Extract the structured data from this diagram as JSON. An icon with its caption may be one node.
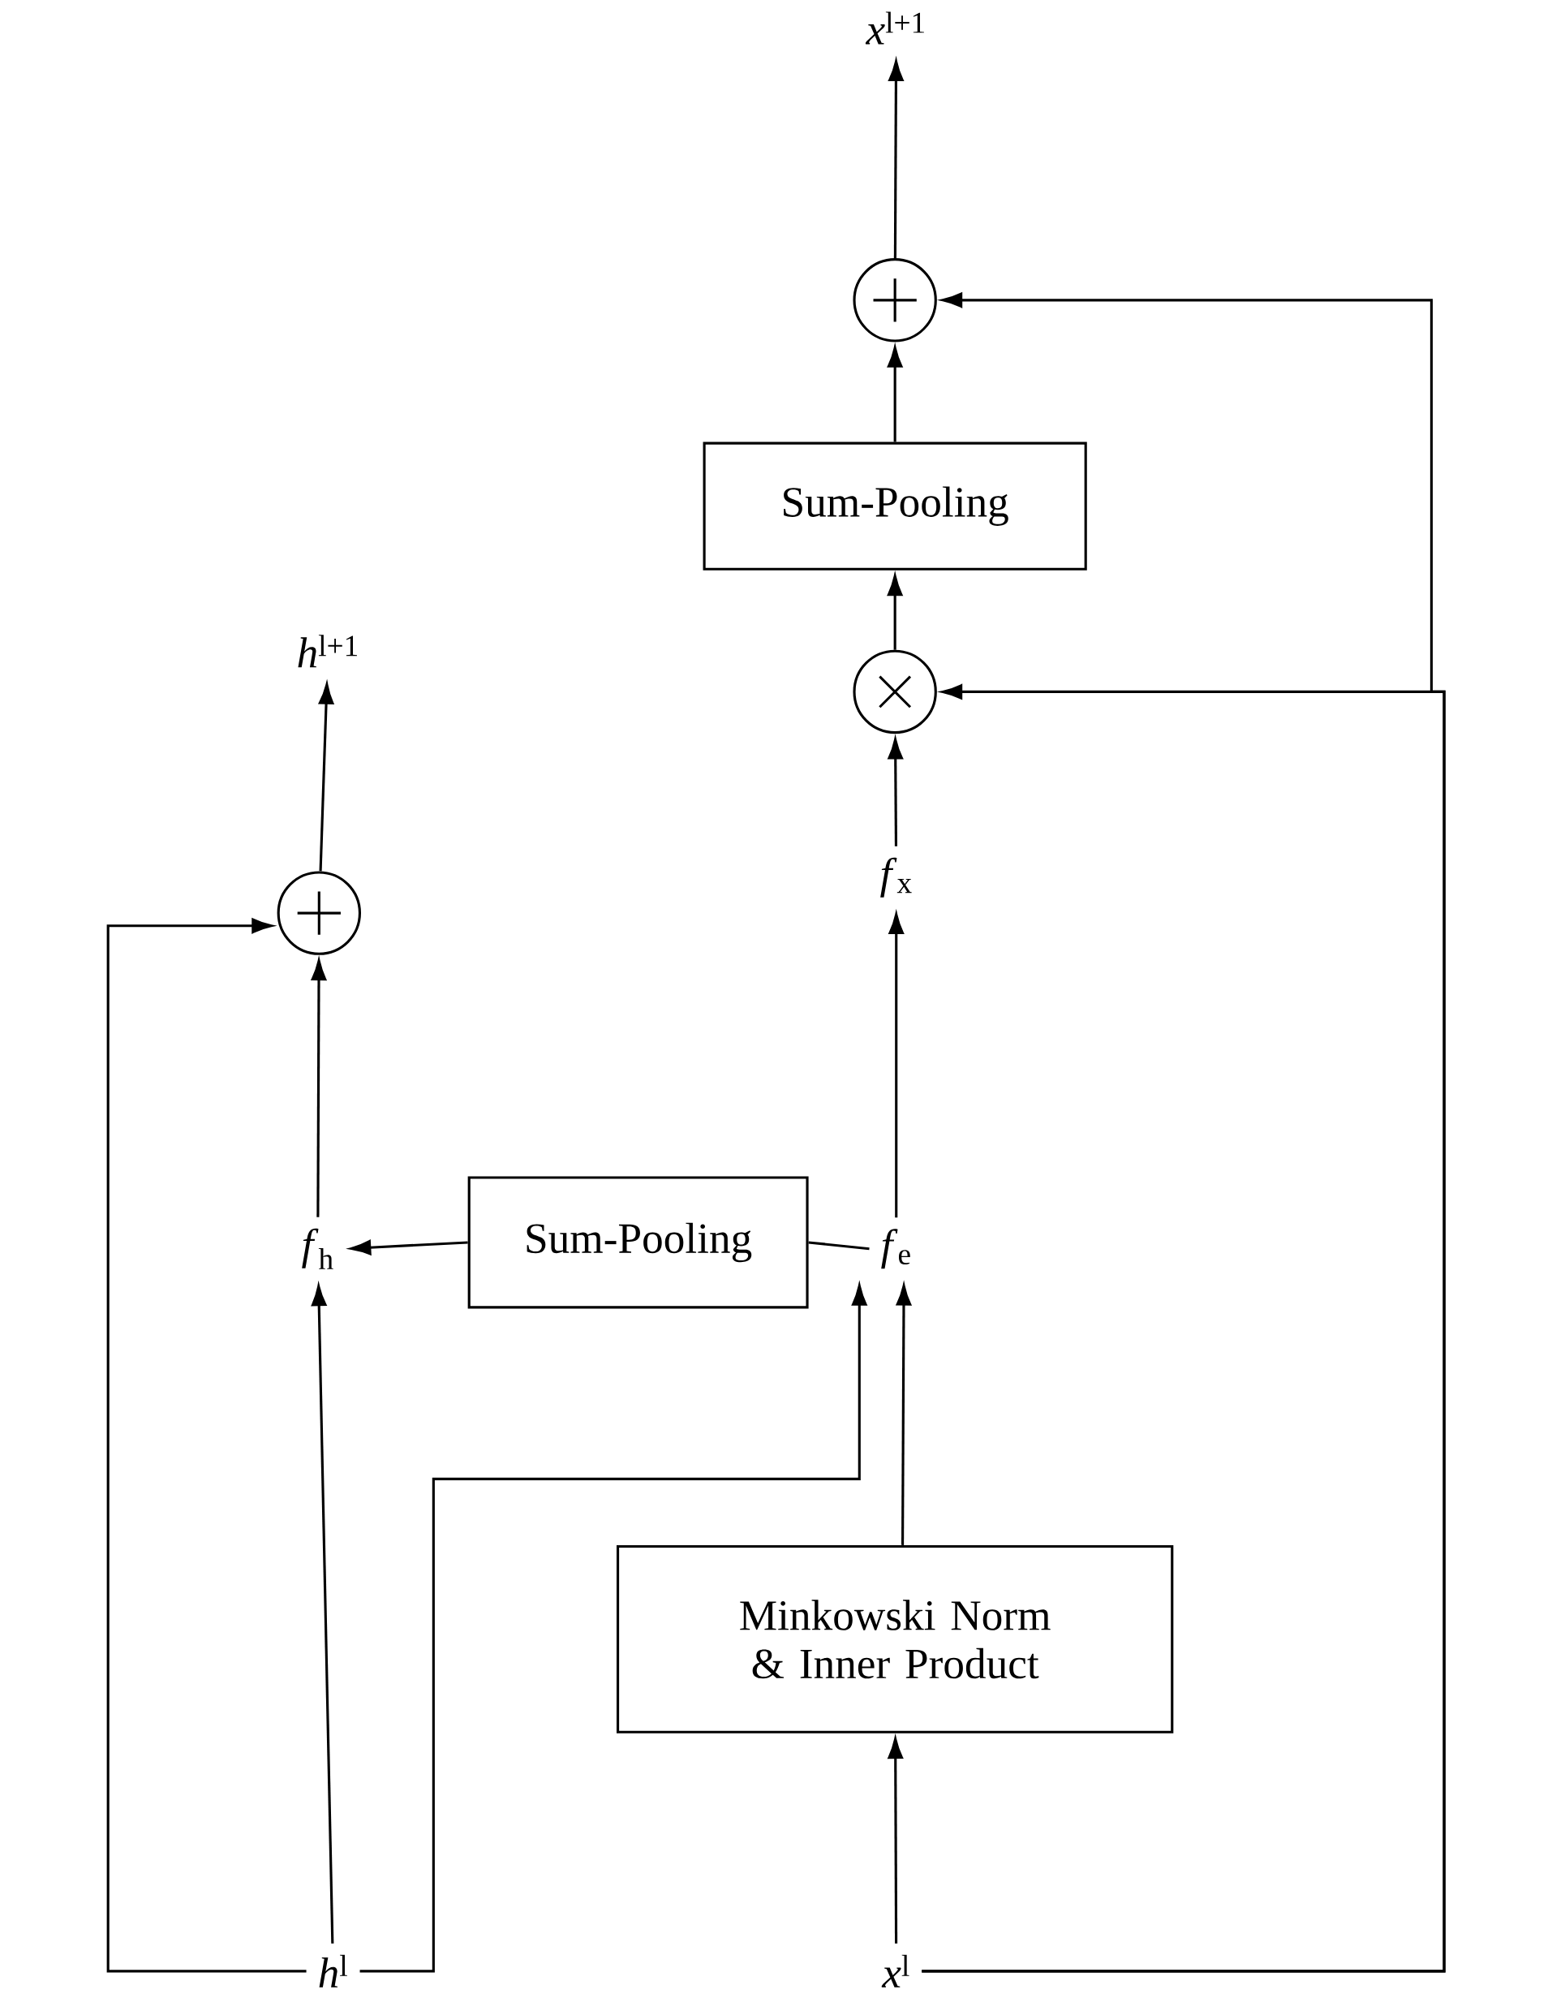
{
  "diagram": {
    "nodes": [
      {
        "text": [
          "*x*$^{l+1}$"
        ]
      },
      {
        "text": [],
        "shape": "circle"
      },
      {
        "text": [
          "Sum-Pooling"
        ]
      },
      {
        "text": [],
        "shape": "circle"
      },
      {
        "text": [
          "*f*$_{x}$"
        ]
      },
      {
        "text": [
          "*h*$^{l+1}$"
        ]
      },
      {
        "text": [],
        "shape": "circle"
      },
      {
        "text": [
          "*f*$_{h}$"
        ]
      },
      {
        "text": [
          "Sum-Pooling"
        ]
      },
      {
        "text": [
          "*f*$_{e}$"
        ]
      },
      {
        "text": [
          "Minkowski Norm & Inner Product"
        ]
      },
      {
        "text": [
          "*h*$^{l}$"
        ]
      },
      {
        "text": [
          "*x*$^{l}$"
        ]
      }
    ],
    "edges": [
      {
        "from": 1,
        "to": 0,
        "arrow": "to"
      },
      {
        "from": 2,
        "to": 1,
        "arrow": "to"
      },
      {
        "from": 3,
        "to": 2,
        "arrow": "to"
      },
      {
        "from": 4,
        "to": 3,
        "arrow": "to"
      },
      {
        "from": 9,
        "to": 4,
        "arrow": "to"
      },
      {
        "from": 12,
        "to": 3,
        "arrow": "to"
      },
      {
        "from": 12,
        "to": 1,
        "arrow": "to"
      },
      {
        "from": 6,
        "to": 5,
        "arrow": "to"
      },
      {
        "from": 7,
        "to": 6,
        "arrow": "to"
      },
      {
        "from": 11,
        "to": 6,
        "arrow": "to"
      },
      {
        "from": 11,
        "to": 7,
        "arrow": "to"
      },
      {
        "from": 11,
        "to": 9,
        "arrow": "to"
      },
      {
        "from": 10,
        "to": 9,
        "arrow": "to"
      },
      {
        "from": 9,
        "to": 8,
        "arrow": "none"
      },
      {
        "from": 8,
        "to": 7,
        "arrow": "to"
      },
      {
        "from": 12,
        "to": 10,
        "arrow": "to"
      }
    ]
  }
}
